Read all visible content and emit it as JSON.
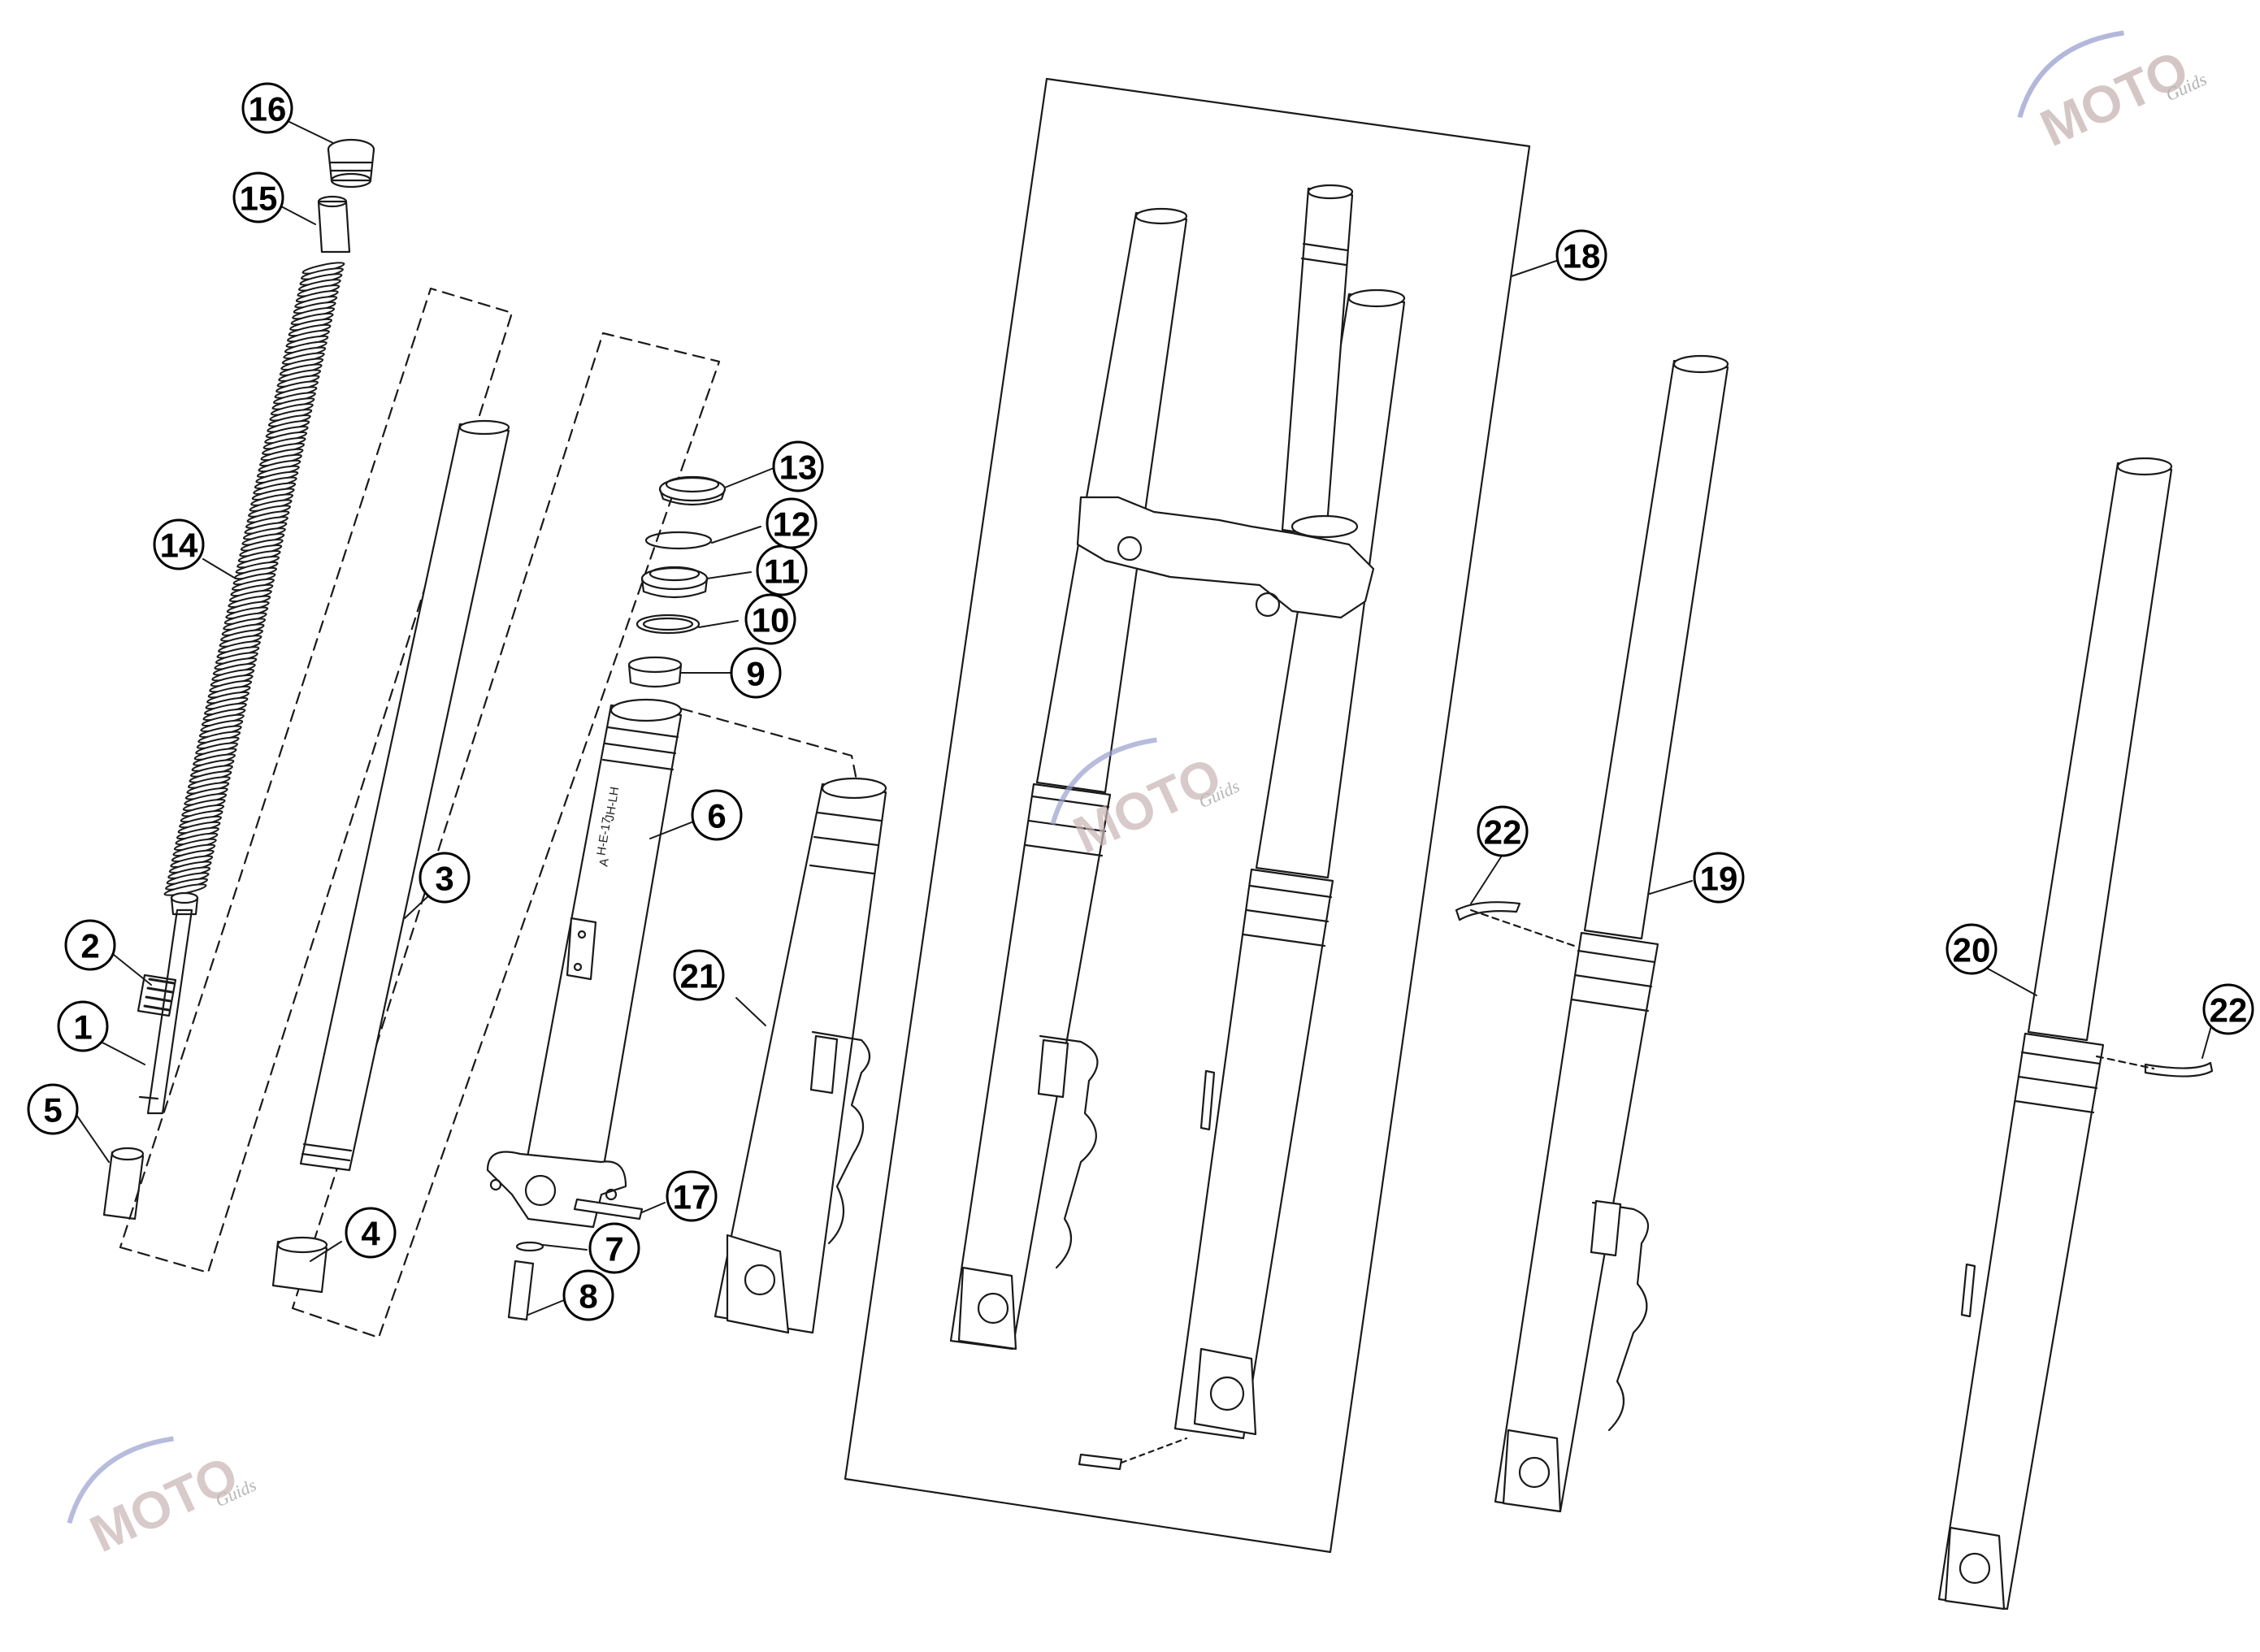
{
  "diagram": {
    "callouts": [
      {
        "id": "c1",
        "label": "1"
      },
      {
        "id": "c2",
        "label": "2"
      },
      {
        "id": "c3",
        "label": "3"
      },
      {
        "id": "c4",
        "label": "4"
      },
      {
        "id": "c5",
        "label": "5"
      },
      {
        "id": "c6",
        "label": "6"
      },
      {
        "id": "c7",
        "label": "7"
      },
      {
        "id": "c8",
        "label": "8"
      },
      {
        "id": "c9",
        "label": "9"
      },
      {
        "id": "c10",
        "label": "10"
      },
      {
        "id": "c11",
        "label": "11"
      },
      {
        "id": "c12",
        "label": "12"
      },
      {
        "id": "c13",
        "label": "13"
      },
      {
        "id": "c14",
        "label": "14"
      },
      {
        "id": "c15",
        "label": "15"
      },
      {
        "id": "c16",
        "label": "16"
      },
      {
        "id": "c17",
        "label": "17"
      },
      {
        "id": "c18",
        "label": "18"
      },
      {
        "id": "c19",
        "label": "19"
      },
      {
        "id": "c20",
        "label": "20"
      },
      {
        "id": "c21",
        "label": "21"
      },
      {
        "id": "c22a",
        "label": "22"
      },
      {
        "id": "c22b",
        "label": "22"
      }
    ],
    "stamps": {
      "tube_line1": "JH-LH",
      "tube_line2": "H-E-17",
      "tube_line3": "A"
    }
  },
  "watermark": {
    "main": "MOTO",
    "sub": "Guids"
  },
  "colors": {
    "line": "#1a1a1a",
    "dash": "#1a1a1a",
    "callout_fill": "#ffffff",
    "watermark_red": "#c8b4b4",
    "watermark_blue": "#9aa0d0"
  }
}
